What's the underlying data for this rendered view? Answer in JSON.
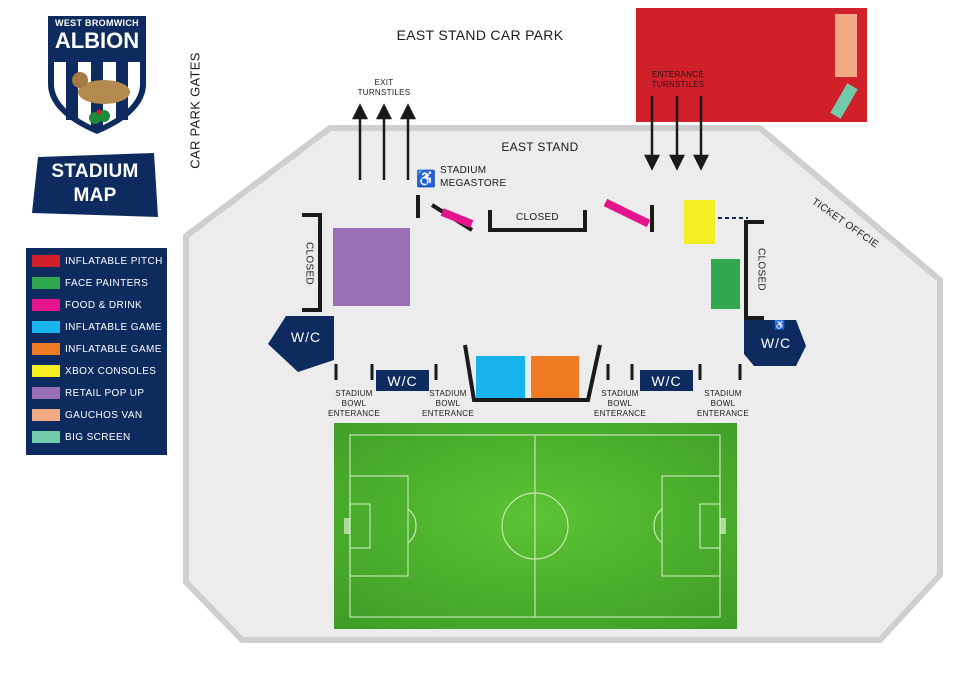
{
  "logo": {
    "line1": "WEST BROMWICH",
    "line2": "ALBION"
  },
  "title_badge": {
    "line1": "STADIUM",
    "line2": "MAP"
  },
  "labels": {
    "car_park": "EAST STAND CAR PARK",
    "car_park_gates": "CAR PARK GATES",
    "east_stand": "EAST STAND",
    "exit_turnstiles_1": "EXIT",
    "exit_turnstiles_2": "TURNSTILES",
    "entrance_turnstiles_1": "ENTERANCE",
    "entrance_turnstiles_2": "TURNSTILES",
    "megastore_1": "STADIUM",
    "megastore_2": "MEGASTORE",
    "closed_center": "CLOSED",
    "closed_left": "CLOSED",
    "closed_right": "CLOSED",
    "ticket_office": "TICKET OFFCIE",
    "wc_left": "W/C",
    "wc_right": "W/C",
    "wc_bowl_left": "W/C",
    "wc_bowl_right": "W/C",
    "bowl_entrance_1": [
      "STADIUM",
      "BOWL",
      "ENTERANCE"
    ],
    "bowl_entrance_2": [
      "STADIUM",
      "BOWL",
      "ENTERANCE"
    ],
    "bowl_entrance_3": [
      "STADIUM",
      "BOWL",
      "ENTERANCE"
    ],
    "bowl_entrance_4": [
      "STADIUM",
      "BOWL",
      "ENTERANCE"
    ]
  },
  "legend": [
    {
      "label": "INFLATABLE PITCH",
      "color": "#d0202a"
    },
    {
      "label": "FACE PAINTERS",
      "color": "#2fa84f"
    },
    {
      "label": "FOOD & DRINK",
      "color": "#e4148c"
    },
    {
      "label": "INFLATABLE GAME",
      "color": "#18b4ec"
    },
    {
      "label": "INFLATABLE GAME",
      "color": "#ee7b22"
    },
    {
      "label": "XBOX CONSOLES",
      "color": "#f5ee23"
    },
    {
      "label": "RETAIL POP UP",
      "color": "#9b6fb5"
    },
    {
      "label": "GAUCHOS VAN",
      "color": "#f2ab85"
    },
    {
      "label": "BIG SCREEN",
      "color": "#72cba8"
    }
  ],
  "colors": {
    "navy": "#0d2b5e",
    "concourse": "#ececec",
    "pitch": "#4fb62f",
    "text": "#1a1a1a"
  },
  "icons": {
    "accessible": "wheelchair-icon",
    "arrow": "arrow-icon"
  }
}
